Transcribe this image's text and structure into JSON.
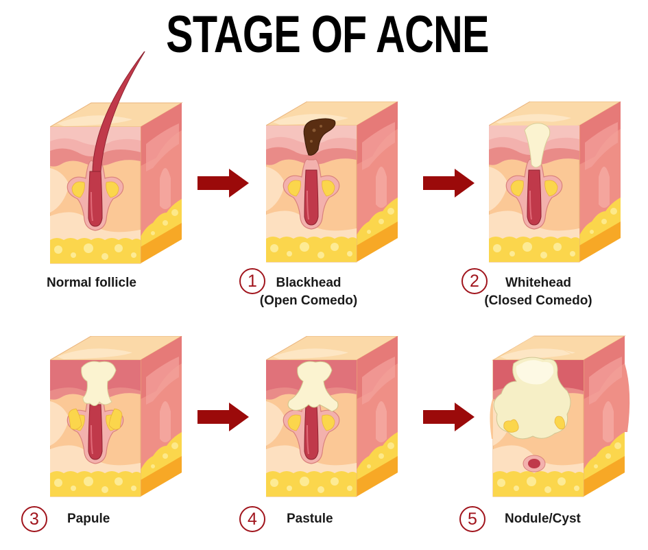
{
  "title": "STAGE OF ACNE",
  "colors": {
    "accent": "#a0141c",
    "arrow": "#9b0a0a",
    "skin_top": "#fbd9a8",
    "epidermis": "#f3b1ad",
    "dermis": "#fbc896",
    "side": "#ef8f86",
    "fat": "#fbd64c",
    "hair": "#c0394a",
    "sebum": "#fbf3d0",
    "blackhead": "#5a2e12"
  },
  "stages": [
    {
      "number": "",
      "name": "Normal follicle",
      "subtitle": "",
      "type": "normal"
    },
    {
      "number": "1",
      "name": "Blackhead",
      "subtitle": "(Open Comedo)",
      "type": "blackhead"
    },
    {
      "number": "2",
      "name": "Whitehead",
      "subtitle": "(Closed Comedo)",
      "type": "whitehead"
    },
    {
      "number": "3",
      "name": "Papule",
      "subtitle": "",
      "type": "papule"
    },
    {
      "number": "4",
      "name": "Pastule",
      "subtitle": "",
      "type": "pustule"
    },
    {
      "number": "5",
      "name": "Nodule/Cyst",
      "subtitle": "",
      "type": "nodule"
    }
  ],
  "arrows": [
    {
      "from": "Normal follicle",
      "to": "Blackhead"
    },
    {
      "from": "Blackhead",
      "to": "Whitehead"
    },
    {
      "from": "Papule",
      "to": "Pastule"
    },
    {
      "from": "Pastule",
      "to": "Nodule/Cyst"
    }
  ]
}
